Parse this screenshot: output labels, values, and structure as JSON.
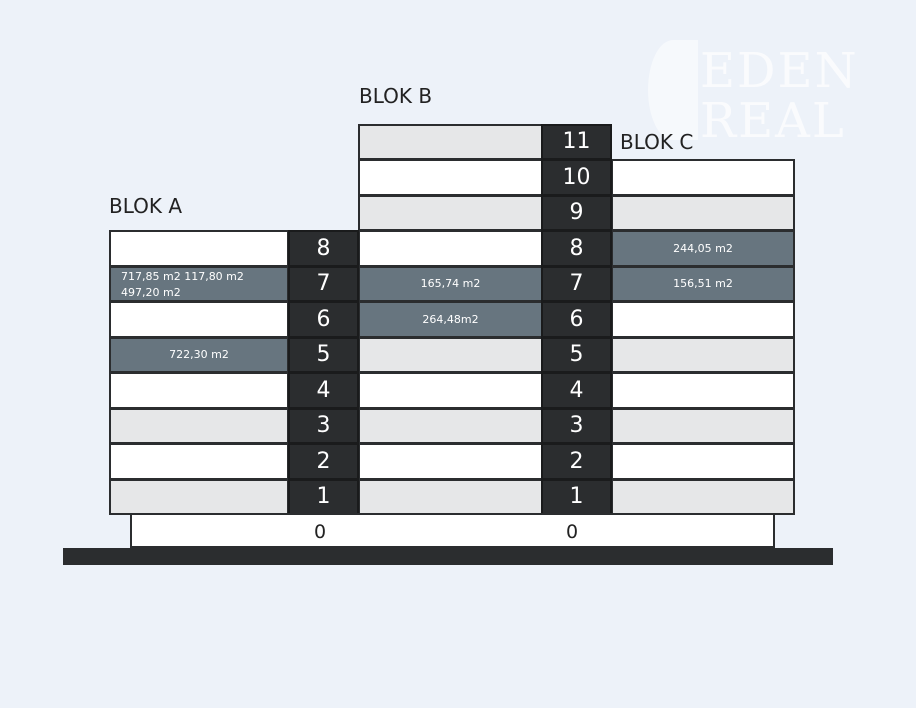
{
  "logo": {
    "line1": "EDEN",
    "line2": "REAL"
  },
  "blocks": {
    "a": {
      "label": "BLOK A"
    },
    "b": {
      "label": "BLOK B"
    },
    "c": {
      "label": "BLOK C"
    }
  },
  "ground": {
    "a_label": "0",
    "b_label": "0"
  },
  "stair_a": [
    "1",
    "2",
    "3",
    "4",
    "5",
    "6",
    "7",
    "8"
  ],
  "stair_b": [
    "1",
    "2",
    "3",
    "4",
    "5",
    "6",
    "7",
    "8",
    "9",
    "10",
    "11"
  ],
  "rows": {
    "a": [
      {
        "floor": 1,
        "status": "gray"
      },
      {
        "floor": 2,
        "status": "white"
      },
      {
        "floor": 3,
        "status": "gray"
      },
      {
        "floor": 4,
        "status": "white"
      },
      {
        "floor": 5,
        "status": "hl",
        "text": "722,30 m2"
      },
      {
        "floor": 6,
        "status": "white"
      },
      {
        "floor": 7,
        "status": "hl",
        "text": "717,85 m2  117,80 m2",
        "text2": "497,20 m2"
      },
      {
        "floor": 8,
        "status": "white"
      }
    ],
    "b": [
      {
        "floor": 1,
        "status": "gray"
      },
      {
        "floor": 2,
        "status": "white"
      },
      {
        "floor": 3,
        "status": "gray"
      },
      {
        "floor": 4,
        "status": "white"
      },
      {
        "floor": 5,
        "status": "gray"
      },
      {
        "floor": 6,
        "status": "hl",
        "text": "264,48m2"
      },
      {
        "floor": 7,
        "status": "hl",
        "text": "165,74 m2"
      },
      {
        "floor": 8,
        "status": "white"
      },
      {
        "floor": 9,
        "status": "gray"
      },
      {
        "floor": 10,
        "status": "white"
      },
      {
        "floor": 11,
        "status": "gray"
      }
    ],
    "c": [
      {
        "floor": 1,
        "status": "gray"
      },
      {
        "floor": 2,
        "status": "white"
      },
      {
        "floor": 3,
        "status": "gray"
      },
      {
        "floor": 4,
        "status": "white"
      },
      {
        "floor": 5,
        "status": "gray"
      },
      {
        "floor": 6,
        "status": "white"
      },
      {
        "floor": 7,
        "status": "hl",
        "text": "156,51 m2"
      },
      {
        "floor": 8,
        "status": "hl",
        "text": "244,05 m2"
      },
      {
        "floor": 9,
        "status": "gray"
      },
      {
        "floor": 10,
        "status": "white"
      }
    ]
  },
  "colors": {
    "available": "#ffffff",
    "unavailable": "#e6e7e8",
    "highlight": "#67757f",
    "stair": "#2b2d2f"
  }
}
